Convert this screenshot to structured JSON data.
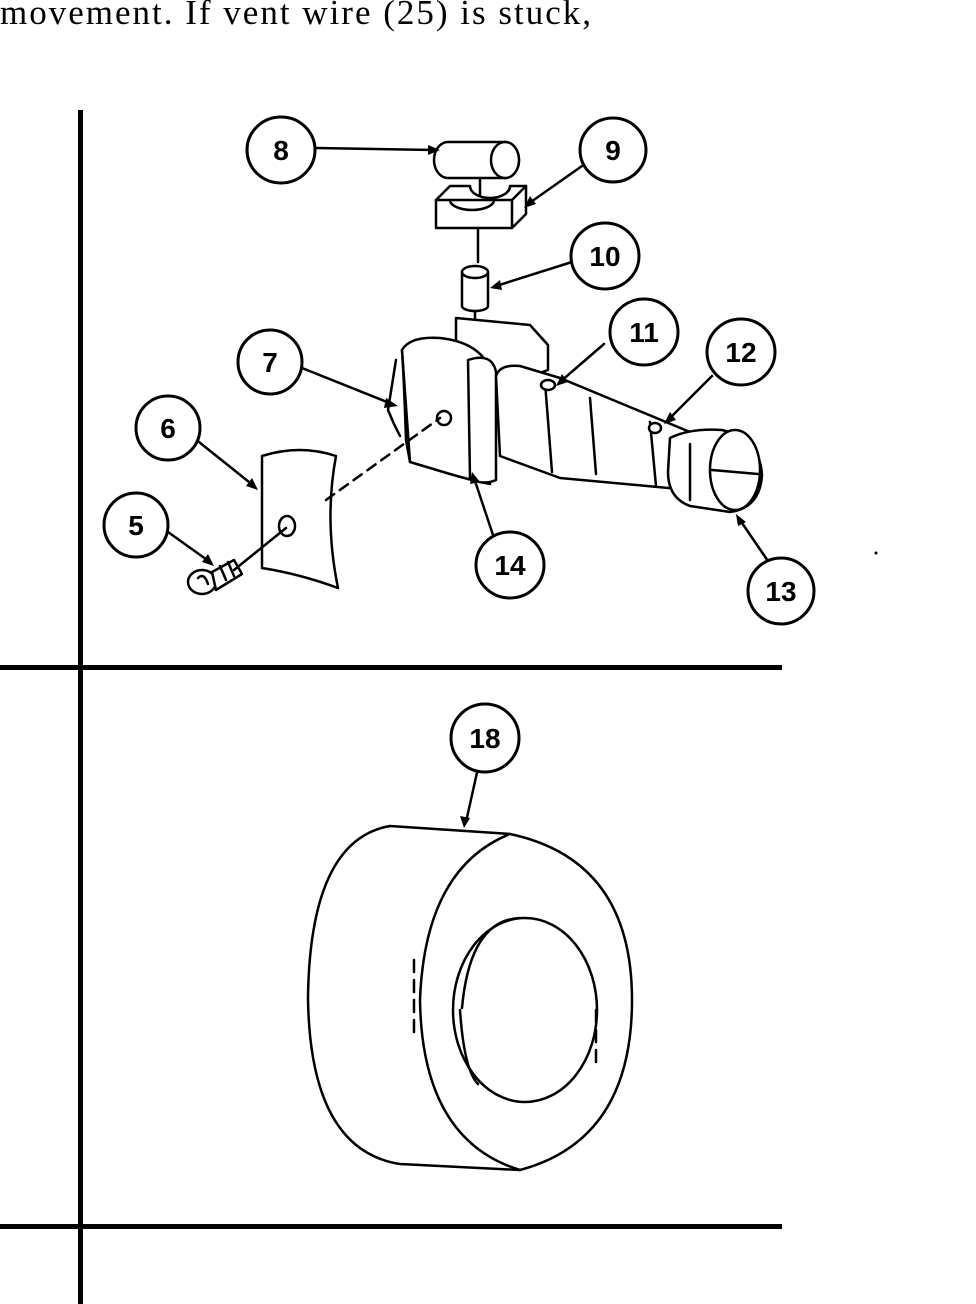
{
  "page_text": {
    "top_line": "movement. If vent wire (25) is stuck,"
  },
  "callouts": {
    "c5": "5",
    "c6": "6",
    "c7": "7",
    "c8": "8",
    "c9": "9",
    "c10": "10",
    "c11": "11",
    "c12": "12",
    "c13": "13",
    "c14": "14",
    "c18": "18"
  },
  "colors": {
    "ink": "#000000",
    "paper": "#ffffff"
  }
}
